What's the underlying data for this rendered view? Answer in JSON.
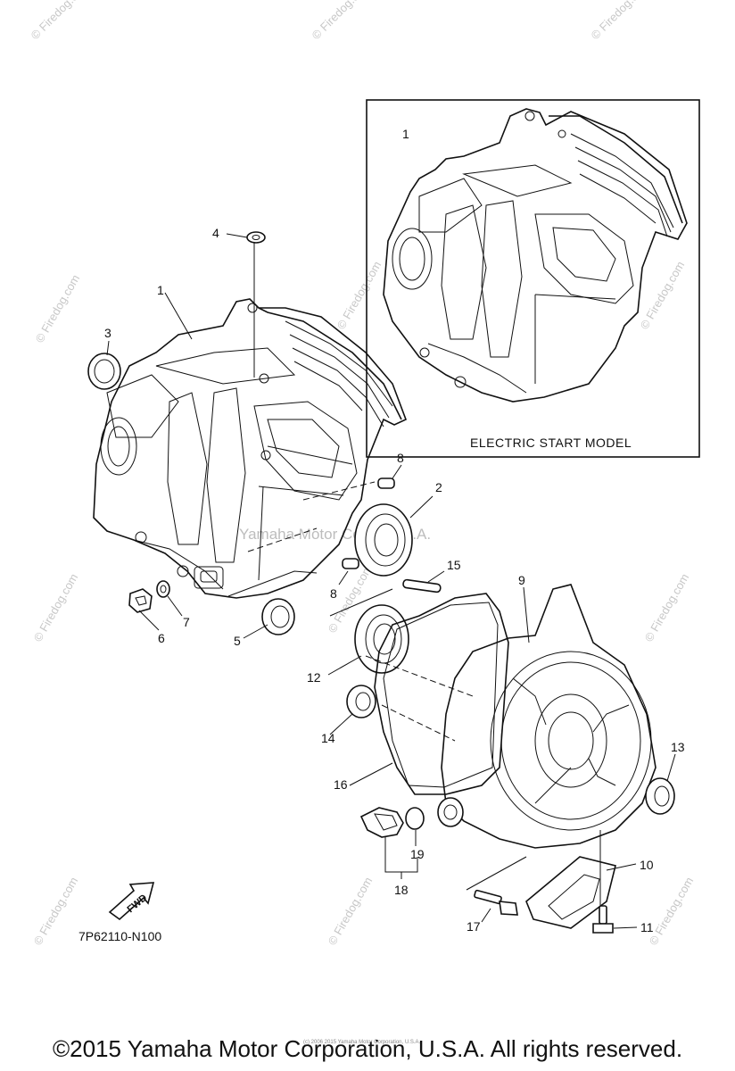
{
  "inset": {
    "label": "ELECTRIC START MODEL"
  },
  "diagram_code": "7P62110-N100",
  "fwd_label": "FWD",
  "watermarks": {
    "firedog": "© Firedog.com",
    "center": "Yamaha Motor Corp., U.S.A.",
    "fine_print": "(c) 2006 2015 Yamaha Motor Corporation, U.S.A."
  },
  "callouts": {
    "c1a": "1",
    "c1b": "1",
    "c2": "2",
    "c3": "3",
    "c4": "4",
    "c5": "5",
    "c6": "6",
    "c7": "7",
    "c8a": "8",
    "c8b": "8",
    "c9": "9",
    "c10": "10",
    "c11": "11",
    "c12": "12",
    "c13": "13",
    "c14": "14",
    "c15": "15",
    "c16": "16",
    "c17": "17",
    "c18": "18",
    "c19": "19"
  },
  "footer": {
    "copyright": "©2015 Yamaha Motor Corporation, U.S.A. All rights reserved."
  }
}
